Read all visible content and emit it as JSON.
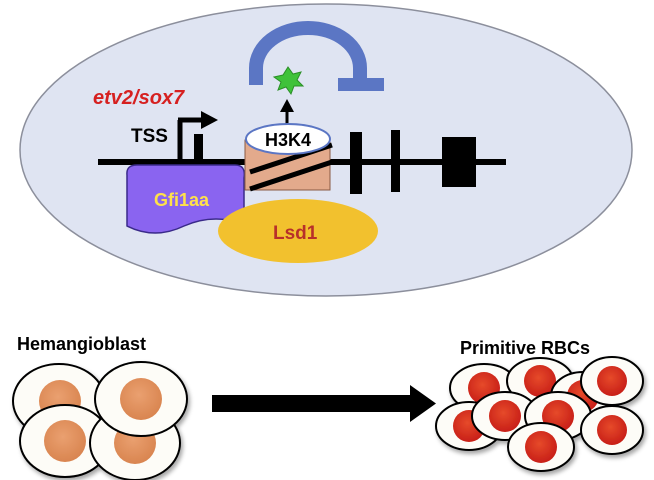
{
  "labels": {
    "gene_regulators": "etv2/sox7",
    "tss": "TSS",
    "histone_mark": "H3K4",
    "factor_1": "Gfi1aa",
    "factor_2": "Lsd1",
    "cell_start": "Hemangioblast",
    "cell_end": "Primitive RBCs"
  },
  "colors": {
    "nucleus": "#dfe4f2",
    "gfi1aa": "#8a64f0",
    "gfi1aa_text": "#ffe14a",
    "lsd1": "#f2c12e",
    "lsd1_text": "#b8302a",
    "nucleosome": "#e3aa8c",
    "inhibition_arc": "#5b76c4",
    "spark": "#3fc23a",
    "regulator_text": "#d62020",
    "hemangioblast_core": "#e3925a",
    "rbc_core": "#d8291f"
  },
  "icons": {
    "transcription_start": "bent-arrow-icon",
    "demethylation_spark": "starburst-icon",
    "inhibition": "blunt-arc-icon",
    "differentiation": "right-arrow-icon"
  }
}
